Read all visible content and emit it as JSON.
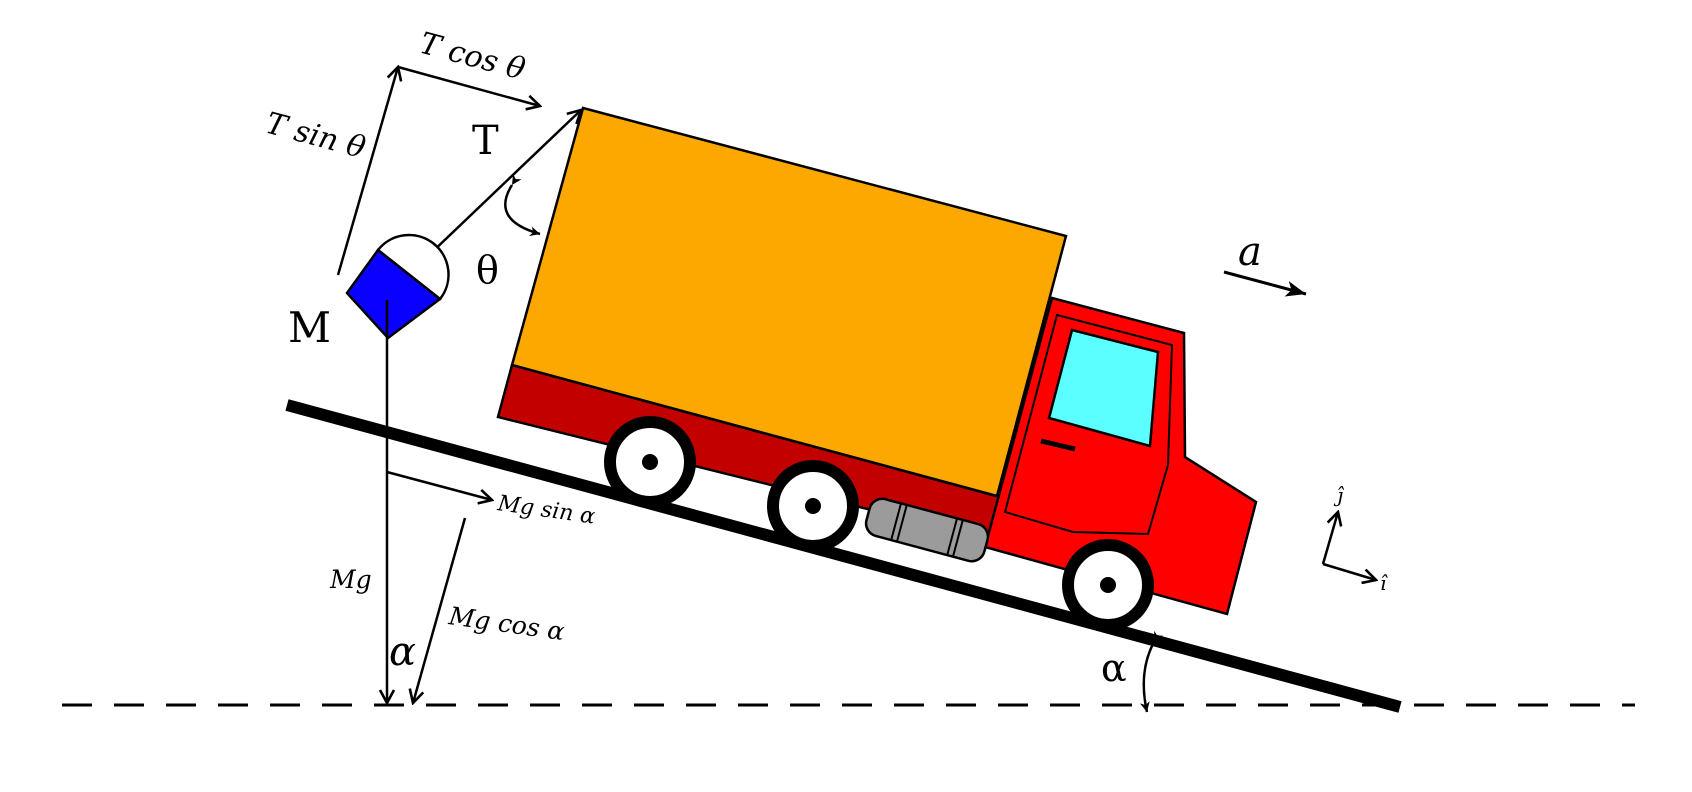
{
  "labels": {
    "T_cos": "T cos θ",
    "T_sin": "T sin θ",
    "T": "T",
    "theta": "θ",
    "M": "M",
    "a": "a",
    "Mg_sin": "Mg sin α",
    "Mg_cos": "Mg cos α",
    "Mg": "Mg",
    "alpha_left": "α",
    "alpha_right": "α",
    "i_hat": "î",
    "j_hat": "ĵ"
  },
  "colors": {
    "cargo_box": "#FCA800",
    "truck_body": "#FF0000",
    "chassis": "#C20000",
    "window": "#5CFFFF",
    "fuel_tank": "#9B9B9B",
    "mass_block": "#0A00FF",
    "outline": "#000000"
  },
  "icons": {
    "truck": "truck-icon",
    "hanging_mass": "pendulum-mass-icon"
  }
}
